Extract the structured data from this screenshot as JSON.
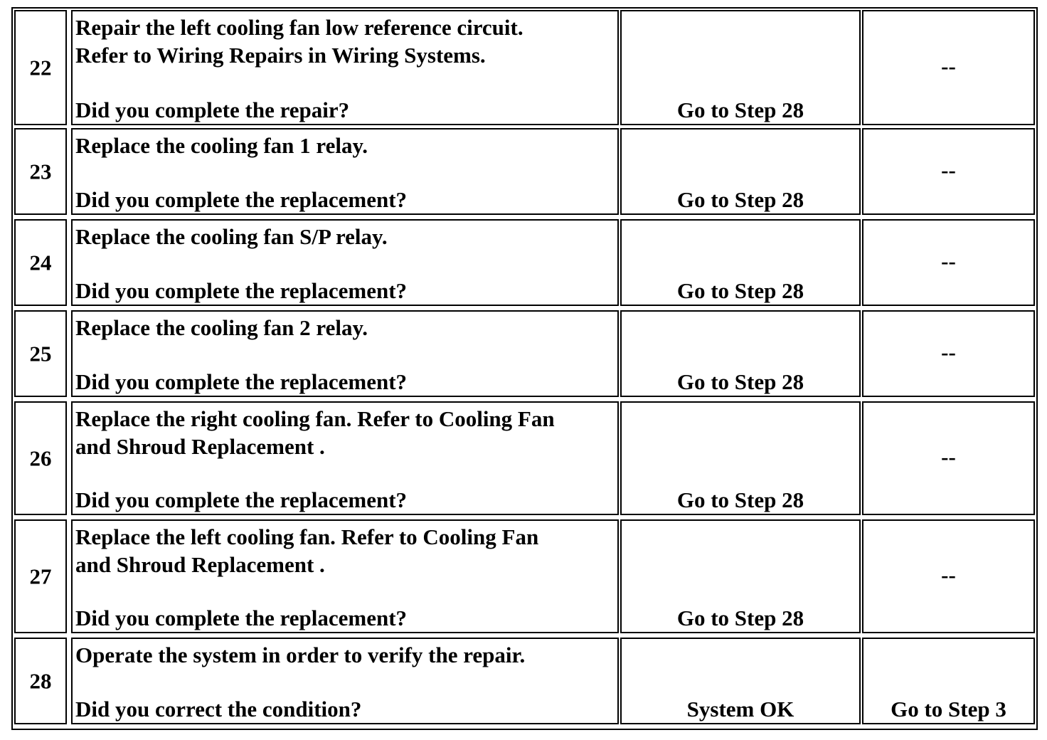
{
  "rows": [
    {
      "step": "22",
      "action_lines": [
        "Repair the left cooling fan low reference circuit.",
        "Refer to Wiring Repairs in Wiring Systems."
      ],
      "question": "Did you complete the repair?",
      "yes": "Go to Step 28",
      "no": "--"
    },
    {
      "step": "23",
      "action_lines": [
        "Replace the cooling fan 1 relay."
      ],
      "question": "Did you complete the replacement?",
      "yes": "Go to Step 28",
      "no": "--"
    },
    {
      "step": "24",
      "action_lines": [
        "Replace the cooling fan S/P relay."
      ],
      "question": "Did you complete the replacement?",
      "yes": "Go to Step 28",
      "no": "--"
    },
    {
      "step": "25",
      "action_lines": [
        "Replace the cooling fan 2 relay."
      ],
      "question": "Did you complete the replacement?",
      "yes": "Go to Step 28",
      "no": "--"
    },
    {
      "step": "26",
      "action_lines": [
        "Replace the right cooling fan. Refer to Cooling Fan",
        "and Shroud Replacement ."
      ],
      "question": "Did you complete the replacement?",
      "yes": "Go to Step 28",
      "no": "--"
    },
    {
      "step": "27",
      "action_lines": [
        "Replace the left cooling fan. Refer to Cooling Fan",
        "and Shroud Replacement ."
      ],
      "question": "Did you complete the replacement?",
      "yes": "Go to Step 28",
      "no": "--"
    },
    {
      "step": "28",
      "action_lines": [
        "Operate the system in order to verify the repair."
      ],
      "question": "Did you correct the condition?",
      "yes": "System OK",
      "no": "Go to Step 3"
    }
  ]
}
